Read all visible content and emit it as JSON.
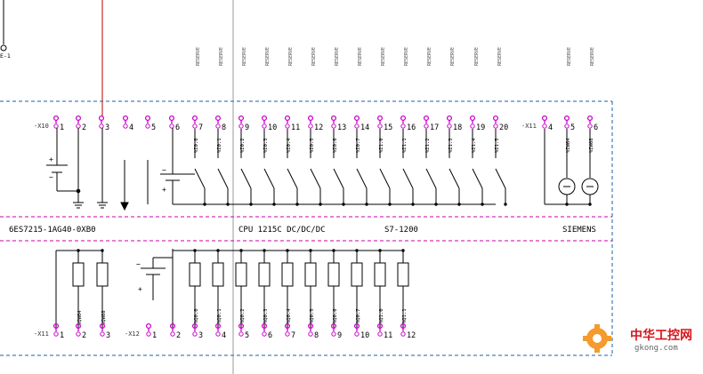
{
  "left_tag": "E-1",
  "reserve_labels": [
    "RESERVE",
    "RESERVE",
    "RESERVE",
    "RESERVE",
    "RESERVE",
    "RESERVE",
    "RESERVE",
    "RESERVE",
    "RESERVE",
    "RESERVE",
    "RESERVE",
    "RESERVE",
    "RESERVE",
    "RESERVE"
  ],
  "x10": {
    "prefix": "-X10",
    "terminals": [
      "1",
      "2",
      "3",
      "4",
      "5",
      "6",
      "7",
      "8",
      "9",
      "10",
      "11",
      "12",
      "13",
      "14",
      "15",
      "16",
      "17",
      "18",
      "19",
      "20"
    ],
    "inputs": [
      "%I0.0",
      "%I0.1",
      "%I0.2",
      "%I0.3",
      "%I0.4",
      "%I0.5",
      "%I0.6",
      "%I0.7",
      "%I1.0",
      "%I1.1",
      "%I1.2",
      "%I1.3",
      "%I1.4",
      "%I1.5"
    ]
  },
  "x11_top": {
    "prefix": "-X11",
    "terminals": [
      "4",
      "5",
      "6"
    ],
    "signals": [
      "%IW64",
      "%IW68"
    ]
  },
  "band": {
    "part_no": "6ES7215-1AG40-0XB0",
    "cpu": "CPU 1215C DC/DC/DC",
    "family": "S7-1200",
    "vendor": "SIEMENS"
  },
  "x11_bottom": {
    "prefix": "-X11",
    "terminals": [
      "1",
      "2",
      "3"
    ],
    "signals": [
      "%QW64",
      "%QW68"
    ]
  },
  "x12": {
    "prefix": "-X12",
    "terminals": [
      "1",
      "2",
      "3",
      "4",
      "5",
      "6",
      "7",
      "8",
      "9",
      "10",
      "11",
      "12"
    ],
    "outputs": [
      "%Q0.0",
      "%Q0.1",
      "%Q0.2",
      "%Q0.3",
      "%Q0.4",
      "%Q0.5",
      "%Q0.6",
      "%Q0.7",
      "%Q1.0",
      "%Q1.1"
    ]
  },
  "watermark": {
    "cn": "中华工控网",
    "url": "gkong.com"
  },
  "colors": {
    "dash_blue": "#1f5fa8",
    "dash_magenta": "#cc00aa",
    "wire_red": "#c00000",
    "terminal_magenta": "#cc00cc",
    "watermark_red": "#d8141b",
    "gear_orange": "#f59a2c"
  }
}
